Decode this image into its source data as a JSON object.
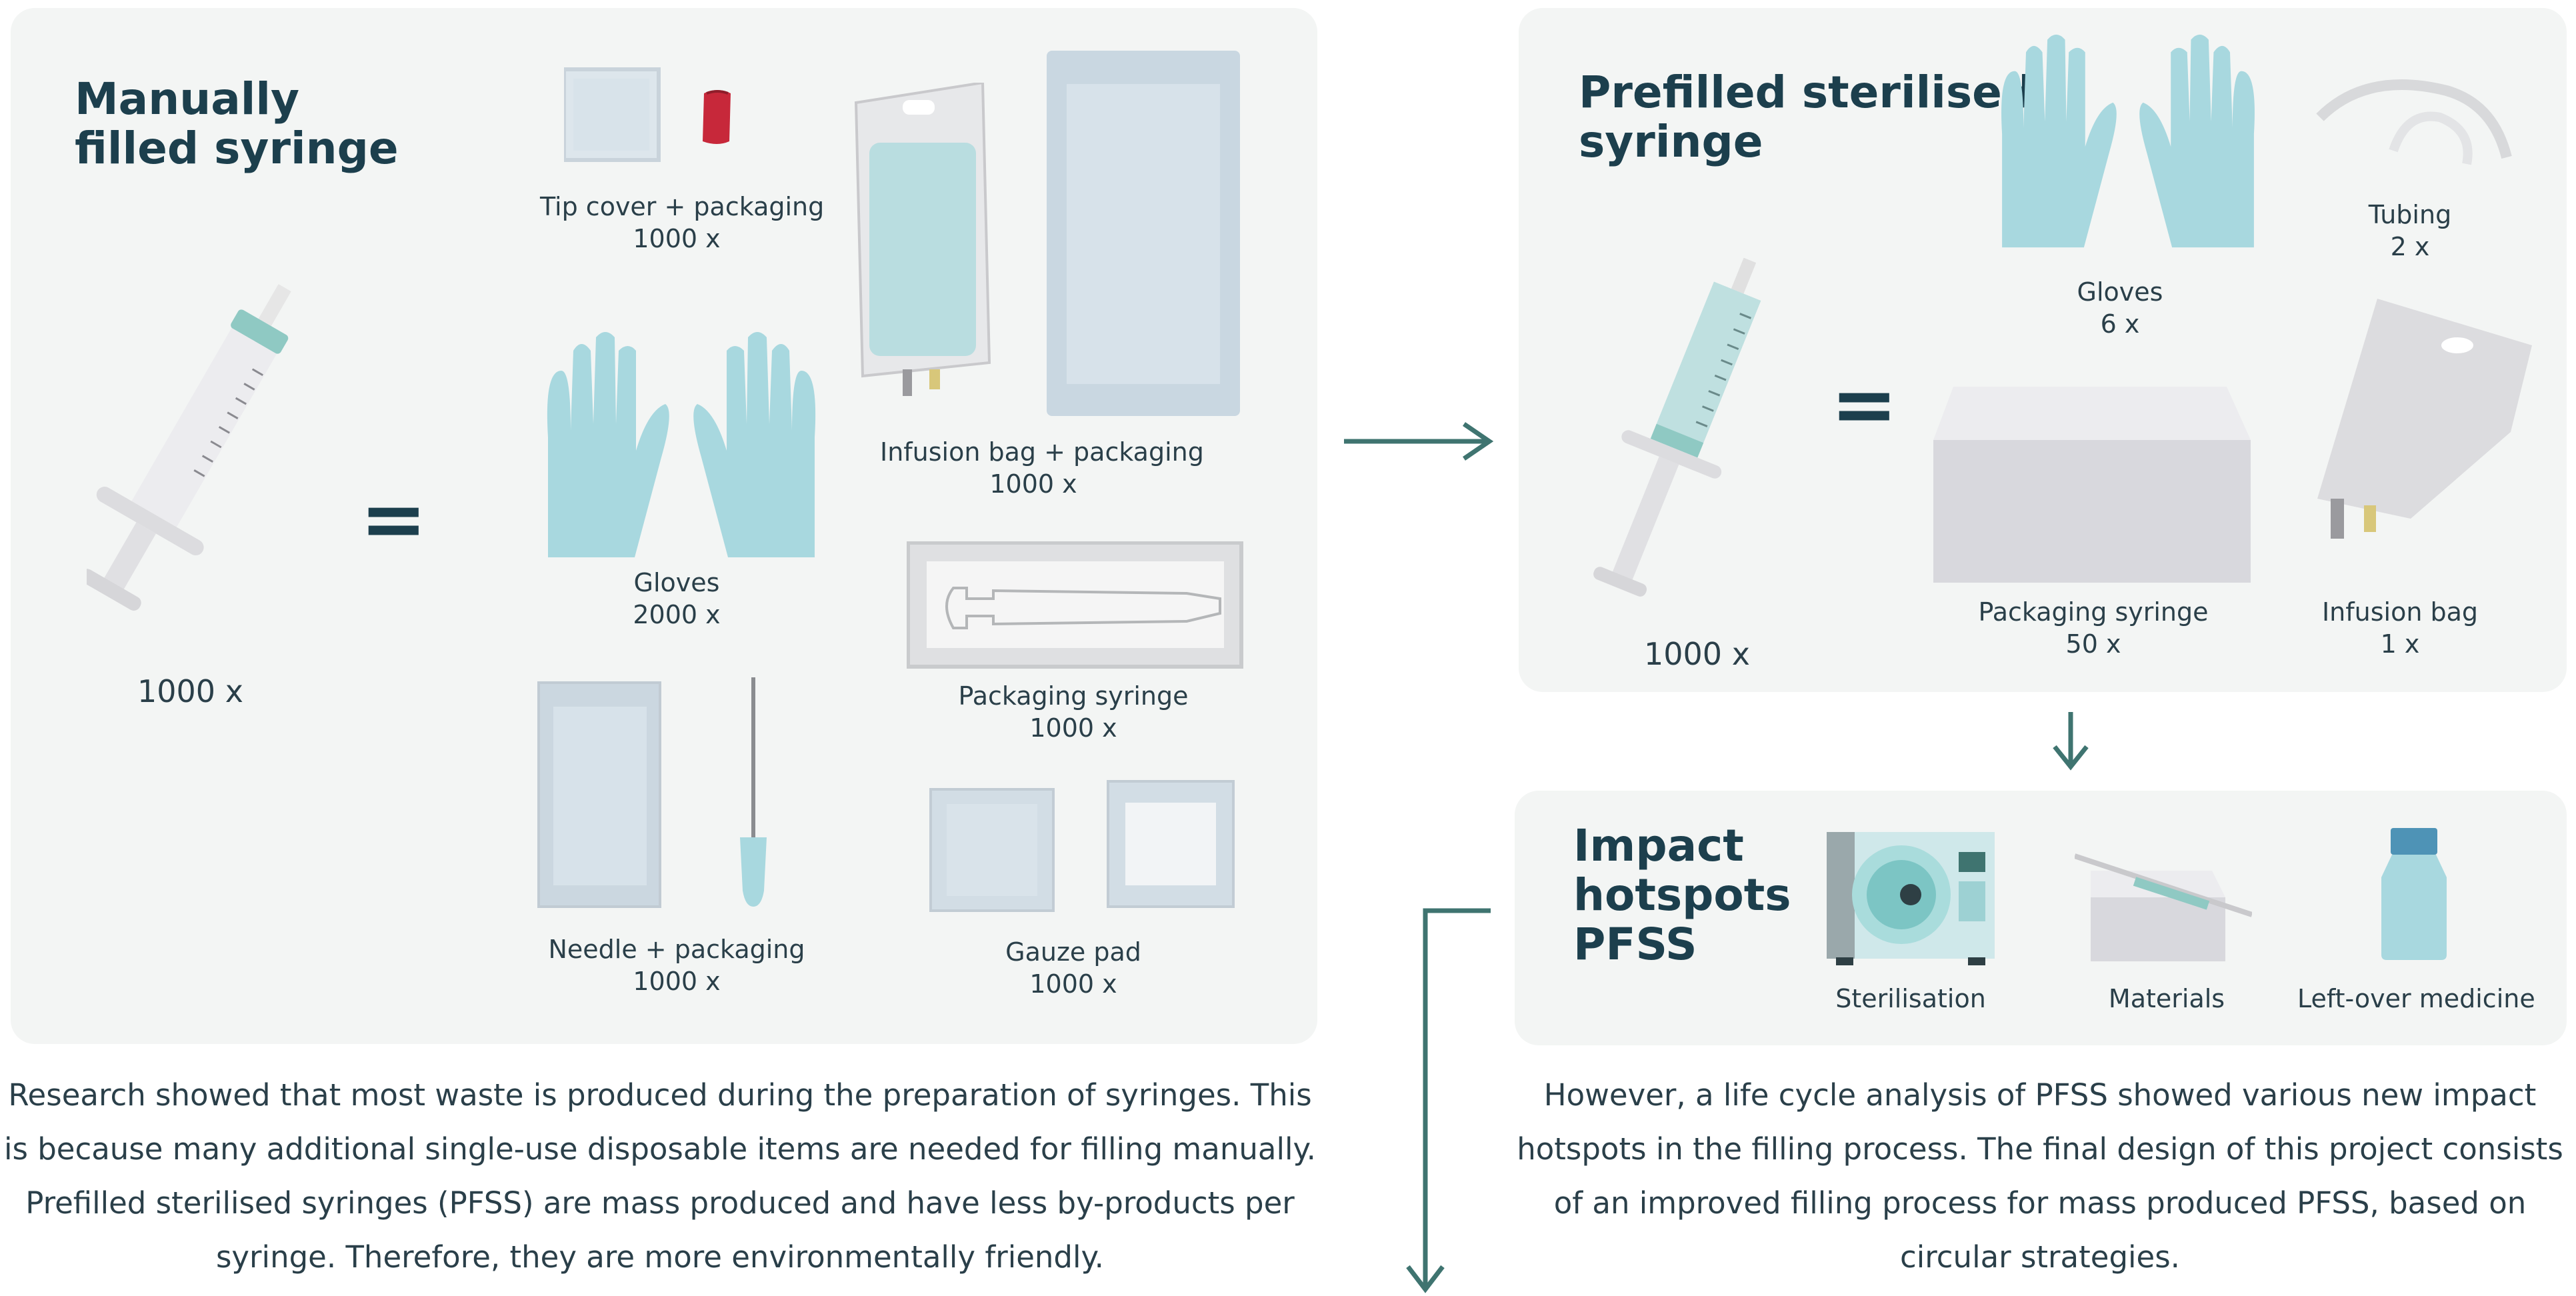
{
  "left_panel": {
    "title_line1": "Manually",
    "title_line2": "filled syringe",
    "equals": "=",
    "syringe_count": "1000 x",
    "items": {
      "tip_cover": {
        "name": "Tip cover + packaging",
        "qty": "1000 x"
      },
      "infusion_bag": {
        "name": "Infusion bag + packaging",
        "qty": "1000 x"
      },
      "gloves": {
        "name": "Gloves",
        "qty": "2000 x"
      },
      "packaging_syringe": {
        "name": "Packaging syringe",
        "qty": "1000 x"
      },
      "needle": {
        "name": "Needle + packaging",
        "qty": "1000 x"
      },
      "gauze": {
        "name": "Gauze pad",
        "qty": "1000 x"
      }
    }
  },
  "right_panel": {
    "title_line1": "Prefilled sterilised",
    "title_line2": "syringe",
    "equals": "=",
    "syringe_count": "1000 x",
    "items": {
      "gloves": {
        "name": "Gloves",
        "qty": "6 x"
      },
      "tubing": {
        "name": "Tubing",
        "qty": "2 x"
      },
      "packaging_syringe": {
        "name": "Packaging syringe",
        "qty": "50 x"
      },
      "infusion_bag": {
        "name": "Infusion bag",
        "qty": "1 x"
      }
    }
  },
  "impact_panel": {
    "title_line1": "Impact",
    "title_line2": "hotspots",
    "title_line3": "PFSS",
    "items": [
      "Sterilisation",
      "Materials",
      "Left-over medicine"
    ]
  },
  "text_left": "Research showed that most waste is produced during the preparation of syringes. This is because many additional single-use disposable items are needed for filling manually. Prefilled sterilised syringes (PFSS) are mass produced and have less by-products per syringe. Therefore, they are more environmentally friendly.",
  "text_right": "However, a life cycle analysis of PFSS showed various new impact hotspots in the filling process. The final design of this project consists of an improved filling process for mass produced PFSS, based on circular strategies.",
  "colors": {
    "panel": "#f3f5f4",
    "title": "#1c3f4d",
    "accent": "#3f7470",
    "glove": "#a8d8df"
  }
}
